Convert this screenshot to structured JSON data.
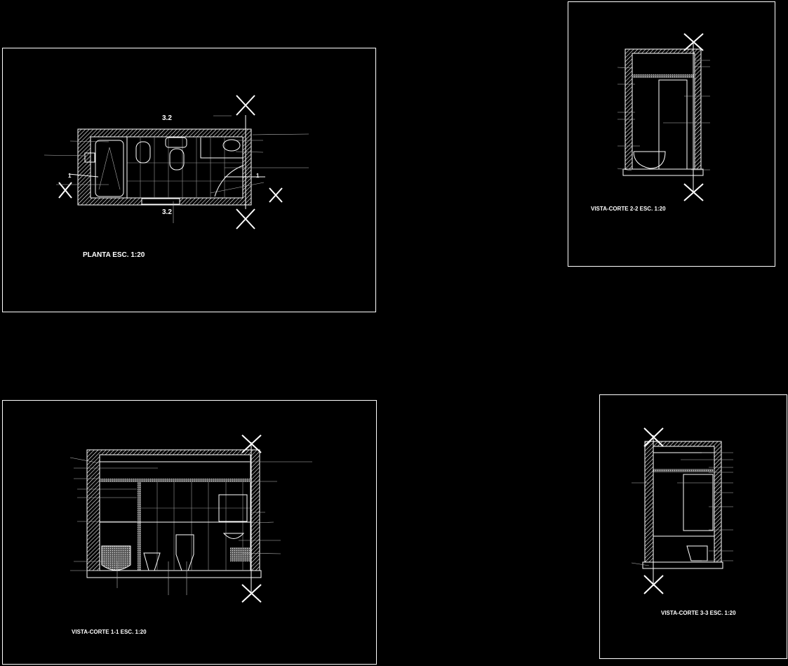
{
  "colors": {
    "background": "#000000",
    "lines": "#ffffff",
    "grid": "#9a9a9a"
  },
  "sheets": [
    {
      "id": "plan",
      "title": "PLANTA ESC. 1:20",
      "section_labels": [
        "3.2",
        "3.2",
        "1",
        "1"
      ]
    },
    {
      "id": "section-2-2",
      "title": "VISTA-CORTE 2-2 ESC. 1:20"
    },
    {
      "id": "section-1-1",
      "title": "VISTA-CORTE 1-1 ESC. 1:20"
    },
    {
      "id": "section-3-3",
      "title": "VISTA-CORTE 3-3 ESC. 1:20"
    }
  ]
}
